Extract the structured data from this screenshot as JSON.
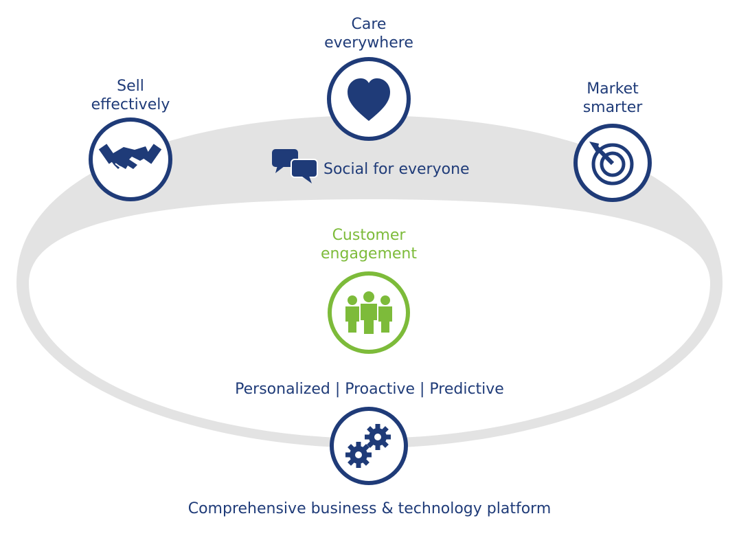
{
  "colors": {
    "navy": "#1f3b78",
    "green": "#7dbb3a",
    "ring": "#e4e4e4",
    "ring_edge": "#cfcfcf"
  },
  "nodes": {
    "care": {
      "line1": "Care",
      "line2": "everywhere",
      "icon": "heart-icon"
    },
    "sell": {
      "line1": "Sell",
      "line2": "effectively",
      "icon": "handshake-icon"
    },
    "market": {
      "line1": "Market",
      "line2": "smarter",
      "icon": "target-icon"
    },
    "social": {
      "label": "Social for everyone",
      "icon": "chat-bubbles-icon"
    },
    "customer": {
      "line1": "Customer",
      "line2": "engagement",
      "icon": "people-icon"
    },
    "platform": {
      "label": "Comprehensive business & technology platform",
      "icon": "gears-icon"
    }
  },
  "tagline": "Personalized | Proactive | Predictive"
}
